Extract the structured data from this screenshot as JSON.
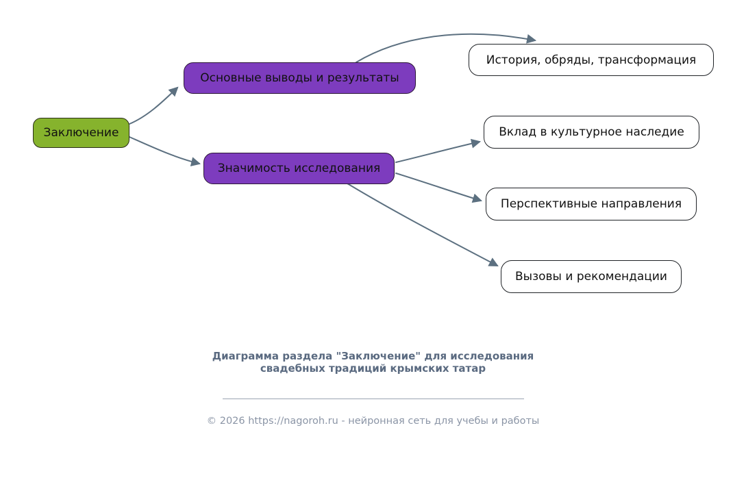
{
  "diagram": {
    "root": {
      "label": "Заключение"
    },
    "branches": [
      {
        "label": "Основные выводы и результаты",
        "children": [
          {
            "label": "История, обряды, трансформация"
          }
        ]
      },
      {
        "label": "Значимость исследования",
        "children": [
          {
            "label": "Вклад в культурное наследие"
          },
          {
            "label": "Перспективные направления"
          },
          {
            "label": "Вызовы и рекомендации"
          }
        ]
      }
    ],
    "colors": {
      "root_fill": "#86b32d",
      "branch_fill": "#7d3cbe",
      "leaf_fill": "#ffffff",
      "node_border": "#1f2226",
      "connector": "#5c7080",
      "caption_text": "#5a6a80",
      "credit_text": "#8b95a6"
    }
  },
  "footer": {
    "caption": "Диаграмма раздела \"Заключение\" для исследования свадебных традиций крымских татар",
    "credit": "© 2026 https://nagoroh.ru - нейронная сеть для учебы и работы"
  }
}
